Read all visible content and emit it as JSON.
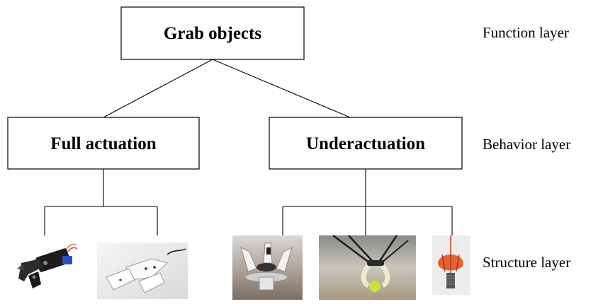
{
  "diagram": {
    "root": {
      "label": "Grab objects"
    },
    "behaviors": [
      {
        "label": "Full actuation"
      },
      {
        "label": "Underactuation"
      }
    ],
    "layers": {
      "function": "Function layer",
      "behavior": "Behavior layer",
      "structure": "Structure layer"
    },
    "photos": [
      {
        "icon": "black-servo-gripper-photo"
      },
      {
        "icon": "white-parallel-gripper-photo"
      },
      {
        "icon": "three-finger-soft-gripper-photo"
      },
      {
        "icon": "delta-robot-soft-gripper-photo"
      },
      {
        "icon": "orange-soft-gripper-photo"
      }
    ]
  }
}
